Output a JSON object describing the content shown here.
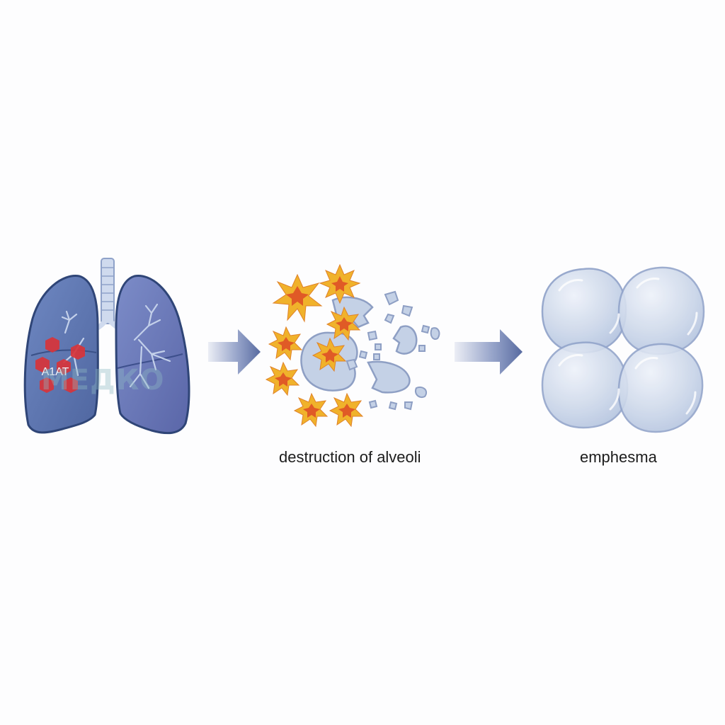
{
  "lung": {
    "label": "A1AT",
    "watermark": "МЕДКО"
  },
  "stages": {
    "destruction_label": "destruction of alveoli",
    "emphysema_label": "emphesma"
  },
  "colors": {
    "lung_fill": "#5f78b3",
    "lung_outline": "#2f4577",
    "bronchi": "#c3d0ea",
    "hexagon": "#d8343a",
    "arrow": "#6c7fb4",
    "star_outer": "#f0b22b",
    "star_inner": "#e05a26",
    "alveolus_fill": "#c4d1e6",
    "alveolus_outline": "#8e9fc4"
  },
  "icons": [
    "lungs-icon",
    "right-arrow-icon",
    "starburst-icon",
    "alveolus-icon"
  ]
}
